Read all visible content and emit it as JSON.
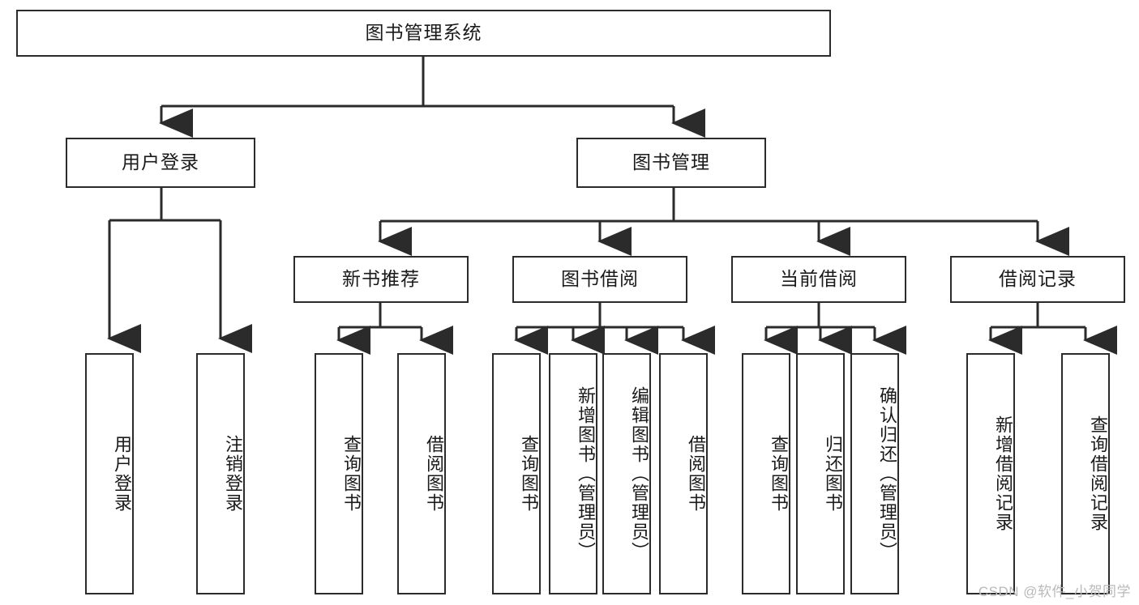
{
  "diagram": {
    "title_node": {
      "label": "图书管理系统"
    },
    "level2": [
      {
        "id": "user-login",
        "label": "用户登录"
      },
      {
        "id": "book-management",
        "label": "图书管理"
      }
    ],
    "level3": [
      {
        "id": "new-book-recommend",
        "label": "新书推荐"
      },
      {
        "id": "book-borrow",
        "label": "图书借阅"
      },
      {
        "id": "current-borrow",
        "label": "当前借阅"
      },
      {
        "id": "borrow-record",
        "label": "借阅记录"
      }
    ],
    "leaves": [
      {
        "id": "leaf-user-login",
        "label": "用户登录"
      },
      {
        "id": "leaf-logout-login",
        "label": "注销登录"
      },
      {
        "id": "leaf-query-book-1",
        "label": "查询图书"
      },
      {
        "id": "leaf-borrow-book-1",
        "label": "借阅图书"
      },
      {
        "id": "leaf-query-book-2",
        "label": "查询图书"
      },
      {
        "id": "leaf-add-book",
        "label": "新增图书（管理员）"
      },
      {
        "id": "leaf-edit-book",
        "label": "编辑图书（管理员）"
      },
      {
        "id": "leaf-borrow-book-2",
        "label": "借阅图书"
      },
      {
        "id": "leaf-query-book-3",
        "label": "查询图书"
      },
      {
        "id": "leaf-return-book",
        "label": "归还图书"
      },
      {
        "id": "leaf-confirm-return",
        "label": "确认归还（管理员）"
      },
      {
        "id": "leaf-add-record",
        "label": "新增借阅记录"
      },
      {
        "id": "leaf-query-record",
        "label": "查询借阅记录"
      }
    ]
  },
  "watermark": {
    "text": "CSDN @软件_小贺同学"
  },
  "colors": {
    "stroke": "#2b2b2b",
    "background": "#ffffff",
    "text": "#1a1a1a",
    "watermark": "#b9b9b9"
  }
}
